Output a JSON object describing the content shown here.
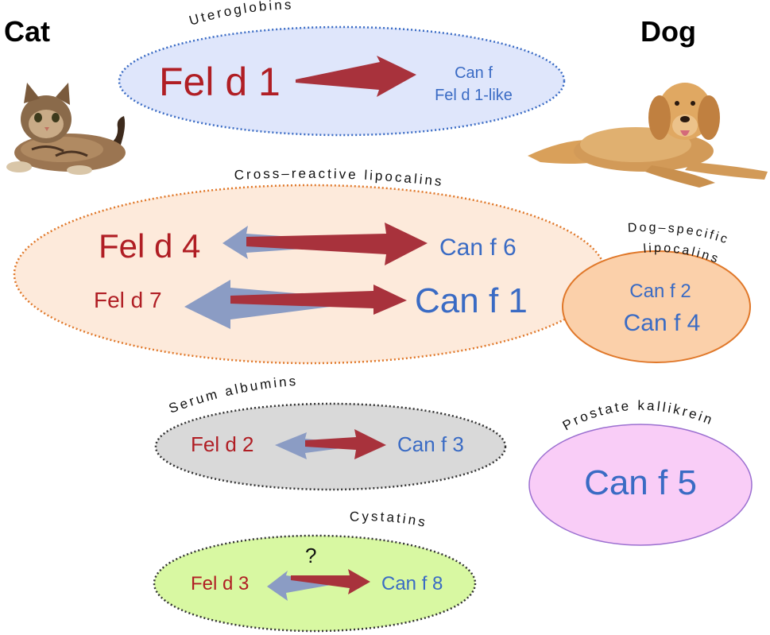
{
  "headers": {
    "cat": "Cat",
    "dog": "Dog"
  },
  "groups": {
    "uteroglobins": {
      "label": "Uteroglobins",
      "cat_allergen": "Fel d 1",
      "dog_allergen_line1": "Can f",
      "dog_allergen_line2": "Fel d 1-like"
    },
    "cross_reactive_lipocalins": {
      "label": "Cross–reactive  lipocalins",
      "pairs": [
        {
          "cat": "Fel d 4",
          "dog": "Can f 6"
        },
        {
          "cat": "Fel d 7",
          "dog": "Can f 1"
        }
      ]
    },
    "dog_specific_lipocalins": {
      "label_line1": "Dog–specific",
      "label_line2": "lipocalins",
      "allergens": [
        "Can f 2",
        "Can f 4"
      ]
    },
    "serum_albumins": {
      "label": "Serum albumins",
      "cat_allergen": "Fel d 2",
      "dog_allergen": "Can f 3"
    },
    "prostate_kallikrein": {
      "label": "Prostate kallikrein",
      "allergen": "Can f 5"
    },
    "cystatins": {
      "label": "Cystatins",
      "cat_allergen": "Fel d 3",
      "dog_allergen": "Can f 8",
      "uncertainty_mark": "?"
    }
  },
  "colors": {
    "cat_text": "#b01e24",
    "dog_text": "#3a6bc4",
    "arrow_red": "#a8323c",
    "arrow_blue": "#8b9cc4",
    "uteroglobins_fill": "#dfe6fb",
    "uteroglobins_stroke": "#3a6bc4",
    "lipocalins_fill": "#fdeadb",
    "lipocalins_stroke": "#e0782a",
    "dog_lipocalins_fill": "#fbd0aa",
    "dog_lipocalins_stroke": "#e0782a",
    "albumins_fill": "#d9d9d9",
    "albumins_stroke": "#333333",
    "kallikrein_fill": "#f9cdf7",
    "kallikrein_stroke": "#9b6fd0",
    "cystatins_fill": "#d8f8a2",
    "cystatins_stroke": "#333333"
  },
  "images": {
    "cat": "cat-photo",
    "dog": "dog-photo"
  }
}
